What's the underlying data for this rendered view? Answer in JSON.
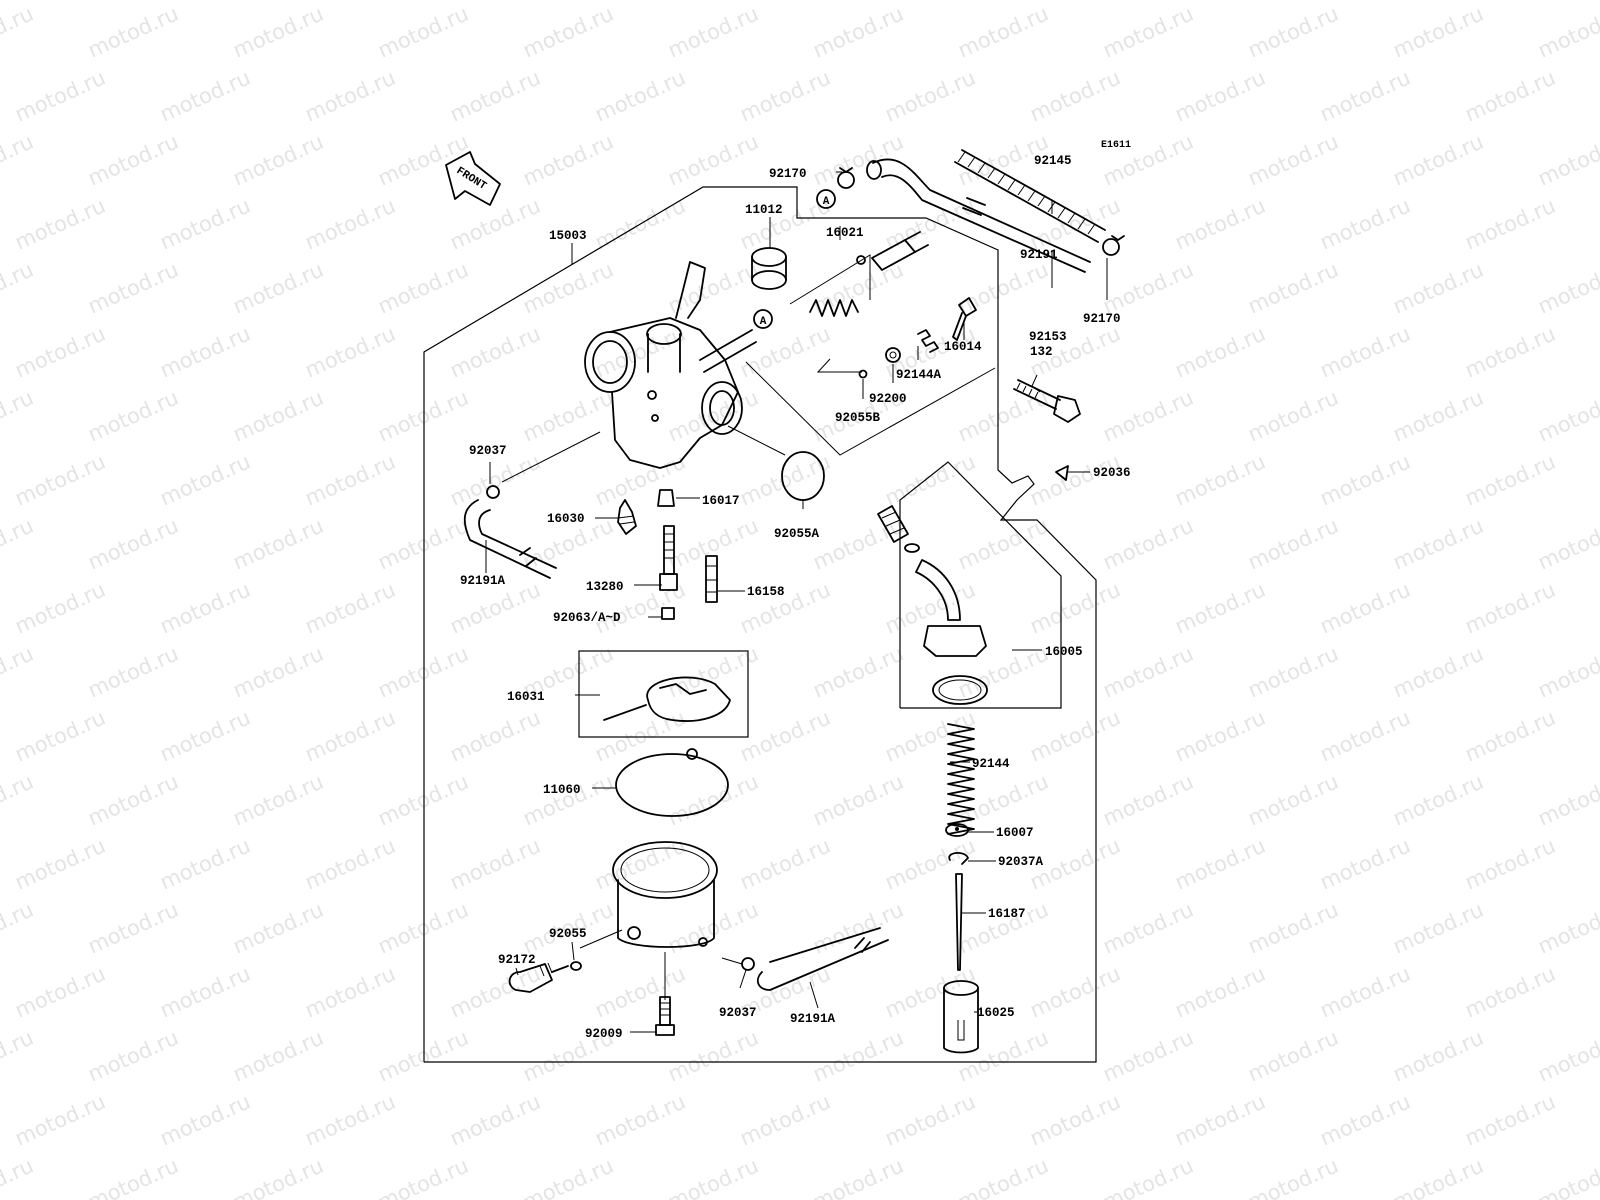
{
  "watermark": "motod.ru",
  "diagram_code": "E1611",
  "front_label": "FRONT",
  "ref_marker": "A",
  "labels": {
    "l15003": "15003",
    "l11012": "11012",
    "l16021": "16021",
    "l92170a": "92170",
    "l92145": "92145",
    "l92191": "92191",
    "l92170b": "92170",
    "l16014": "16014",
    "l92153": "92153",
    "l132": "132",
    "l92144A": "92144A",
    "l92200": "92200",
    "l92055B": "92055B",
    "l92036": "92036",
    "l92037a": "92037",
    "l16017": "16017",
    "l16030": "16030",
    "l92055A": "92055A",
    "l92191Aa": "92191A",
    "l13280": "13280",
    "l16158": "16158",
    "l92063": "92063/A~D",
    "l16005": "16005",
    "l16031": "16031",
    "l11060": "11060",
    "l92144": "92144",
    "l16007": "16007",
    "l92037A": "92037A",
    "l16187": "16187",
    "l92055": "92055",
    "l92172": "92172",
    "l92037b": "92037",
    "l92191Ab": "92191A",
    "l16025": "16025",
    "l92009": "92009"
  }
}
